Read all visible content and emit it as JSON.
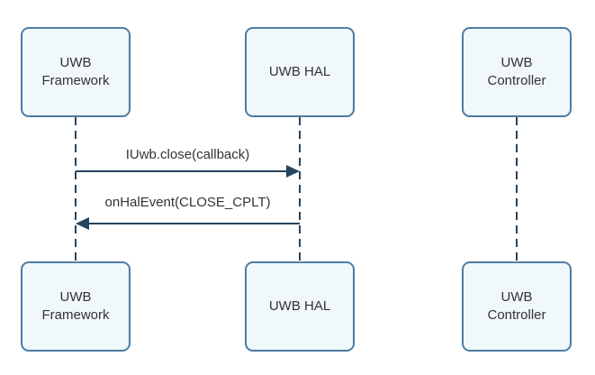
{
  "diagram": {
    "type": "sequence-diagram",
    "actors": [
      {
        "id": "uwb-framework",
        "label": "UWB Framework"
      },
      {
        "id": "uwb-hal",
        "label": "UWB HAL"
      },
      {
        "id": "uwb-controller",
        "label": "UWB Controller"
      }
    ],
    "messages": [
      {
        "label": "IUwb.close(callback)",
        "from": "UWB Framework",
        "to": "UWB HAL",
        "direction": "right"
      },
      {
        "label": "onHalEvent(CLOSE_CPLT)",
        "from": "UWB HAL",
        "to": "UWB Framework",
        "direction": "left"
      }
    ],
    "colors": {
      "box_border": "#4e7ca3",
      "box_fill": "#f0f8fb",
      "line": "#26455f",
      "text": "#333333"
    }
  }
}
